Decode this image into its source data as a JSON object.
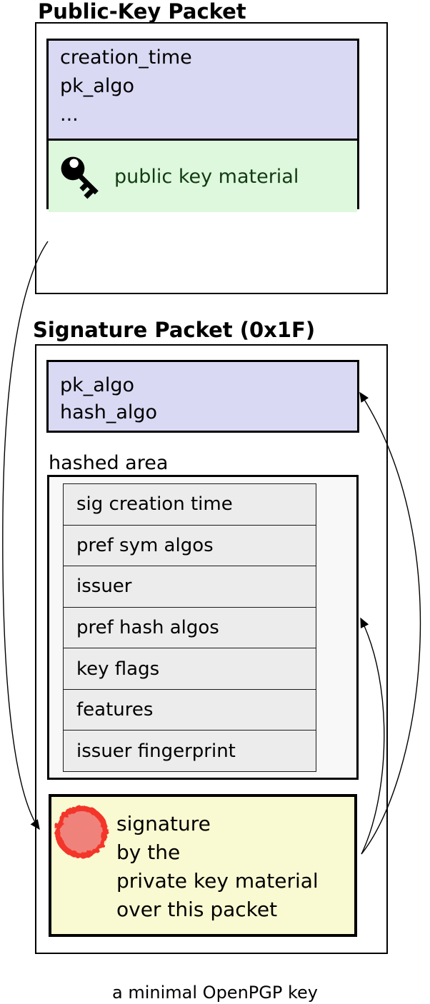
{
  "public_key_packet": {
    "title": "Public-Key Packet",
    "header_fields": "creation_time\npk_algo\n...",
    "key_material_label": "public key material",
    "key_icon": "key-icon"
  },
  "signature_packet": {
    "title": "Signature Packet (0x1F)",
    "header_fields": "pk_algo\nhash_algo",
    "hashed_area_label": "hashed area",
    "subpackets": [
      "sig creation time",
      "pref sym algos",
      "issuer",
      "pref hash algos",
      "key flags",
      "features",
      "issuer fingerprint"
    ],
    "signature_text": "signature\nby the\nprivate key material\nover this packet",
    "seal_icon": "signature-seal-icon"
  },
  "caption": "a minimal OpenPGP key",
  "colors": {
    "header_fill": "#d9d9f4",
    "key_material_fill": "#ddf8dd",
    "key_material_text": "#123b12",
    "hashed_area_fill": "#f8f8f8",
    "subpacket_fill": "#ececec",
    "signature_fill": "#fafad2",
    "seal_ring": "#f4352c",
    "seal_center": "#ef837b",
    "outline": "#000000"
  }
}
